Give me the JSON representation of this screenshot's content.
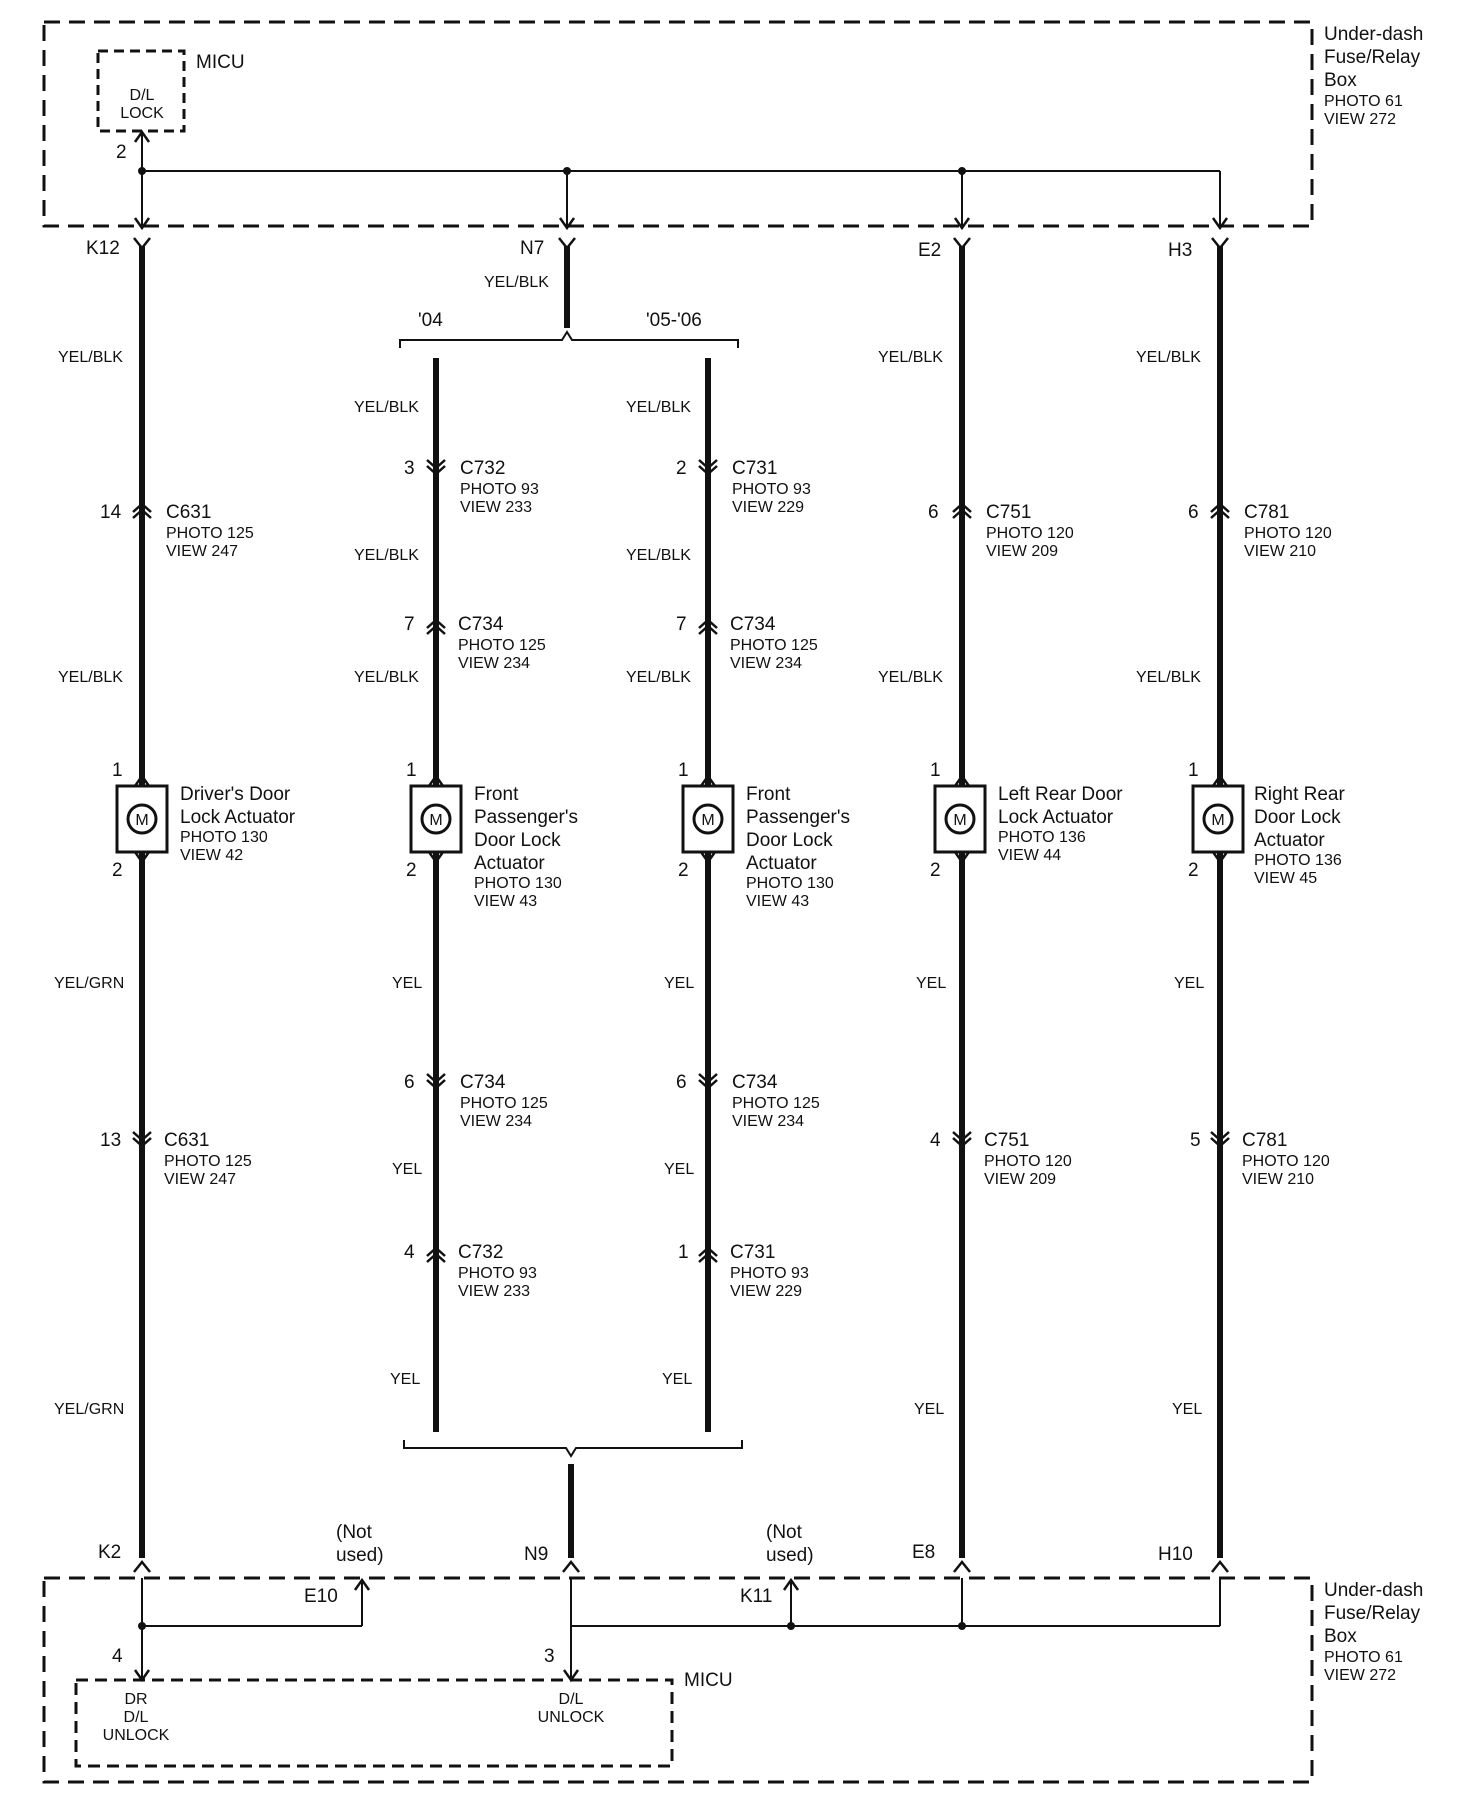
{
  "fuse_box": {
    "label_lines": [
      "Under-dash",
      "Fuse/Relay",
      "Box"
    ],
    "photo": "PHOTO 61",
    "view": "VIEW 272"
  },
  "micu": {
    "label": "MICU",
    "lock_function": [
      "D/L",
      "LOCK"
    ],
    "lock_pin": "2",
    "dr_unlock_function": [
      "DR",
      "D/L",
      "UNLOCK"
    ],
    "dr_unlock_pin": "4",
    "unlock_function": [
      "D/L",
      "UNLOCK"
    ],
    "unlock_pin": "3"
  },
  "variants": {
    "left": "'04",
    "right": "'05-'06"
  },
  "top_terminals": [
    "K12",
    "N7",
    "E2",
    "H3"
  ],
  "bottom_terminals": [
    "K2",
    "N9",
    "E8",
    "H10"
  ],
  "unused_terminals": [
    {
      "id": "E10",
      "note": [
        "(Not",
        "used)"
      ]
    },
    {
      "id": "K11",
      "note": [
        "(Not",
        "used)"
      ]
    }
  ],
  "trunk_wire_color": "YEL/BLK",
  "circuits": [
    {
      "id": "driver",
      "wire_colors_upper": [
        "YEL/BLK",
        "YEL/BLK"
      ],
      "wire_colors_lower": [
        "YEL/GRN",
        "YEL/GRN"
      ],
      "upper_connectors": [
        {
          "pin": "14",
          "name": "C631",
          "photo": "PHOTO 125",
          "view": "VIEW 247"
        }
      ],
      "lower_connectors": [
        {
          "pin": "13",
          "name": "C631",
          "photo": "PHOTO 125",
          "view": "VIEW 247"
        }
      ],
      "actuator": {
        "pin_top": "1",
        "pin_bottom": "2",
        "symbol": "M",
        "label_lines": [
          "Driver's Door",
          "Lock Actuator"
        ],
        "photo": "PHOTO 130",
        "view": "VIEW 42"
      }
    },
    {
      "id": "front-passenger-04",
      "wire_colors_upper": [
        "YEL/BLK",
        "YEL/BLK",
        "YEL/BLK"
      ],
      "wire_colors_lower": [
        "YEL",
        "YEL",
        "YEL"
      ],
      "upper_connectors": [
        {
          "pin": "3",
          "name": "C732",
          "photo": "PHOTO 93",
          "view": "VIEW 233"
        },
        {
          "pin": "7",
          "name": "C734",
          "photo": "PHOTO 125",
          "view": "VIEW 234"
        }
      ],
      "lower_connectors": [
        {
          "pin": "6",
          "name": "C734",
          "photo": "PHOTO 125",
          "view": "VIEW 234"
        },
        {
          "pin": "4",
          "name": "C732",
          "photo": "PHOTO 93",
          "view": "VIEW 233"
        }
      ],
      "actuator": {
        "pin_top": "1",
        "pin_bottom": "2",
        "symbol": "M",
        "label_lines": [
          "Front",
          "Passenger's",
          "Door Lock",
          "Actuator"
        ],
        "photo": "PHOTO 130",
        "view": "VIEW 43"
      }
    },
    {
      "id": "front-passenger-05-06",
      "wire_colors_upper": [
        "YEL/BLK",
        "YEL/BLK",
        "YEL/BLK"
      ],
      "wire_colors_lower": [
        "YEL",
        "YEL",
        "YEL"
      ],
      "upper_connectors": [
        {
          "pin": "2",
          "name": "C731",
          "photo": "PHOTO 93",
          "view": "VIEW 229"
        },
        {
          "pin": "7",
          "name": "C734",
          "photo": "PHOTO 125",
          "view": "VIEW 234"
        }
      ],
      "lower_connectors": [
        {
          "pin": "6",
          "name": "C734",
          "photo": "PHOTO 125",
          "view": "VIEW 234"
        },
        {
          "pin": "1",
          "name": "C731",
          "photo": "PHOTO 93",
          "view": "VIEW 229"
        }
      ],
      "actuator": {
        "pin_top": "1",
        "pin_bottom": "2",
        "symbol": "M",
        "label_lines": [
          "Front",
          "Passenger's",
          "Door Lock",
          "Actuator"
        ],
        "photo": "PHOTO 130",
        "view": "VIEW 43"
      }
    },
    {
      "id": "left-rear",
      "wire_colors_upper": [
        "YEL/BLK",
        "YEL/BLK"
      ],
      "wire_colors_lower": [
        "YEL",
        "YEL"
      ],
      "upper_connectors": [
        {
          "pin": "6",
          "name": "C751",
          "photo": "PHOTO 120",
          "view": "VIEW 209"
        }
      ],
      "lower_connectors": [
        {
          "pin": "4",
          "name": "C751",
          "photo": "PHOTO 120",
          "view": "VIEW 209"
        }
      ],
      "actuator": {
        "pin_top": "1",
        "pin_bottom": "2",
        "symbol": "M",
        "label_lines": [
          "Left Rear Door",
          "Lock Actuator"
        ],
        "photo": "PHOTO 136",
        "view": "VIEW 44"
      }
    },
    {
      "id": "right-rear",
      "wire_colors_upper": [
        "YEL/BLK",
        "YEL/BLK"
      ],
      "wire_colors_lower": [
        "YEL",
        "YEL"
      ],
      "upper_connectors": [
        {
          "pin": "6",
          "name": "C781",
          "photo": "PHOTO 120",
          "view": "VIEW 210"
        }
      ],
      "lower_connectors": [
        {
          "pin": "5",
          "name": "C781",
          "photo": "PHOTO 120",
          "view": "VIEW 210"
        }
      ],
      "actuator": {
        "pin_top": "1",
        "pin_bottom": "2",
        "symbol": "M",
        "label_lines": [
          "Right Rear",
          "Door Lock",
          "Actuator"
        ],
        "photo": "PHOTO 136",
        "view": "VIEW 45"
      }
    }
  ]
}
